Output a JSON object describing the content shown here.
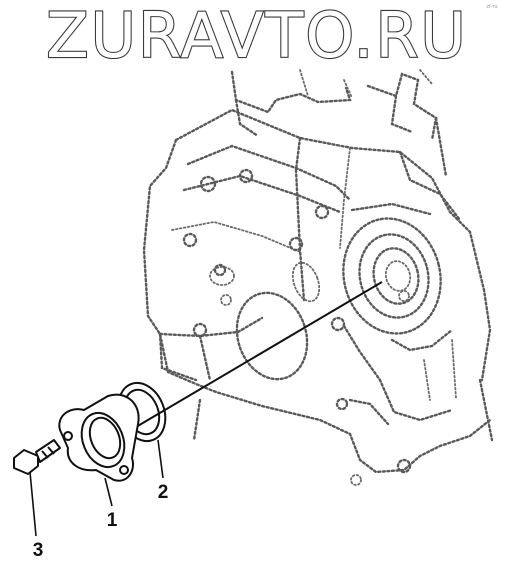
{
  "watermark": {
    "text": "ZURAVTO.RU",
    "corner_mark": "zf-ru"
  },
  "callouts": [
    {
      "id": "1",
      "label": "1",
      "part": "flange-cover"
    },
    {
      "id": "2",
      "label": "2",
      "part": "o-ring-seal"
    },
    {
      "id": "3",
      "label": "3",
      "part": "bolt"
    }
  ],
  "colors": {
    "housing_dots": "#5a5a5a",
    "parts_outline": "#111111",
    "watermark_outline": "#3a3a3a",
    "background": "#ffffff"
  }
}
